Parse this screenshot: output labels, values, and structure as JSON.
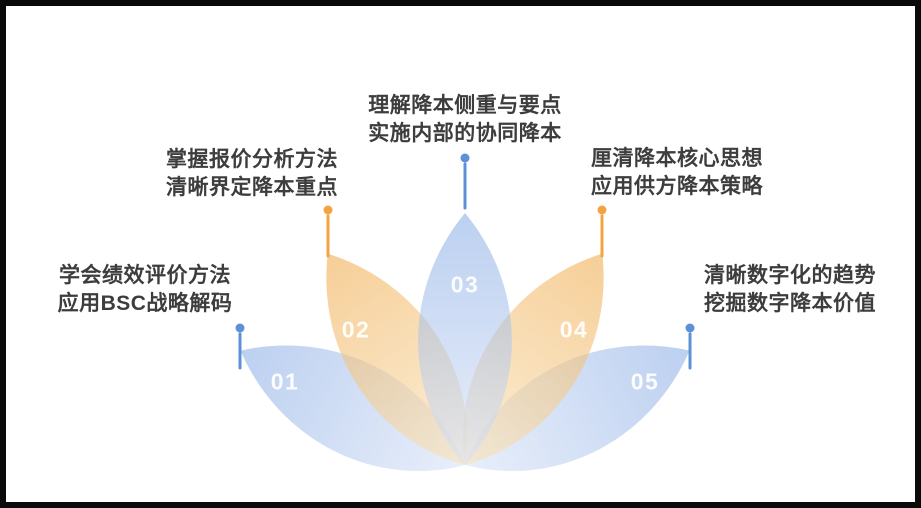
{
  "diagram": {
    "type": "lotus-petal-diagram",
    "items": [
      {
        "id": "01",
        "petal_color": "blue",
        "color_accent": "#5e90d8",
        "lines": [
          "学会绩效评价方法",
          "应用BSC战略解码"
        ]
      },
      {
        "id": "02",
        "petal_color": "orange",
        "color_accent": "#f3a440",
        "lines": [
          "掌握报价分析方法",
          "清晰界定降本重点"
        ]
      },
      {
        "id": "03",
        "petal_color": "blue",
        "color_accent": "#5e90d8",
        "lines": [
          "理解降本侧重与要点",
          "实施内部的协同降本"
        ]
      },
      {
        "id": "04",
        "petal_color": "orange",
        "color_accent": "#f3a440",
        "lines": [
          "厘清降本核心思想",
          "应用供方降本策略"
        ]
      },
      {
        "id": "05",
        "petal_color": "blue",
        "color_accent": "#5e90d8",
        "lines": [
          "清晰数字化的趋势",
          "挖掘数字降本价值"
        ]
      }
    ],
    "colors": {
      "blue_accent": "#5e90d8",
      "orange_accent": "#f3a440",
      "blue_petal": "#a9c3ec",
      "orange_petal": "#f5cd92",
      "text": "#3d3d3d",
      "background": "#ffffff",
      "frame": "#0a0a0a"
    }
  }
}
